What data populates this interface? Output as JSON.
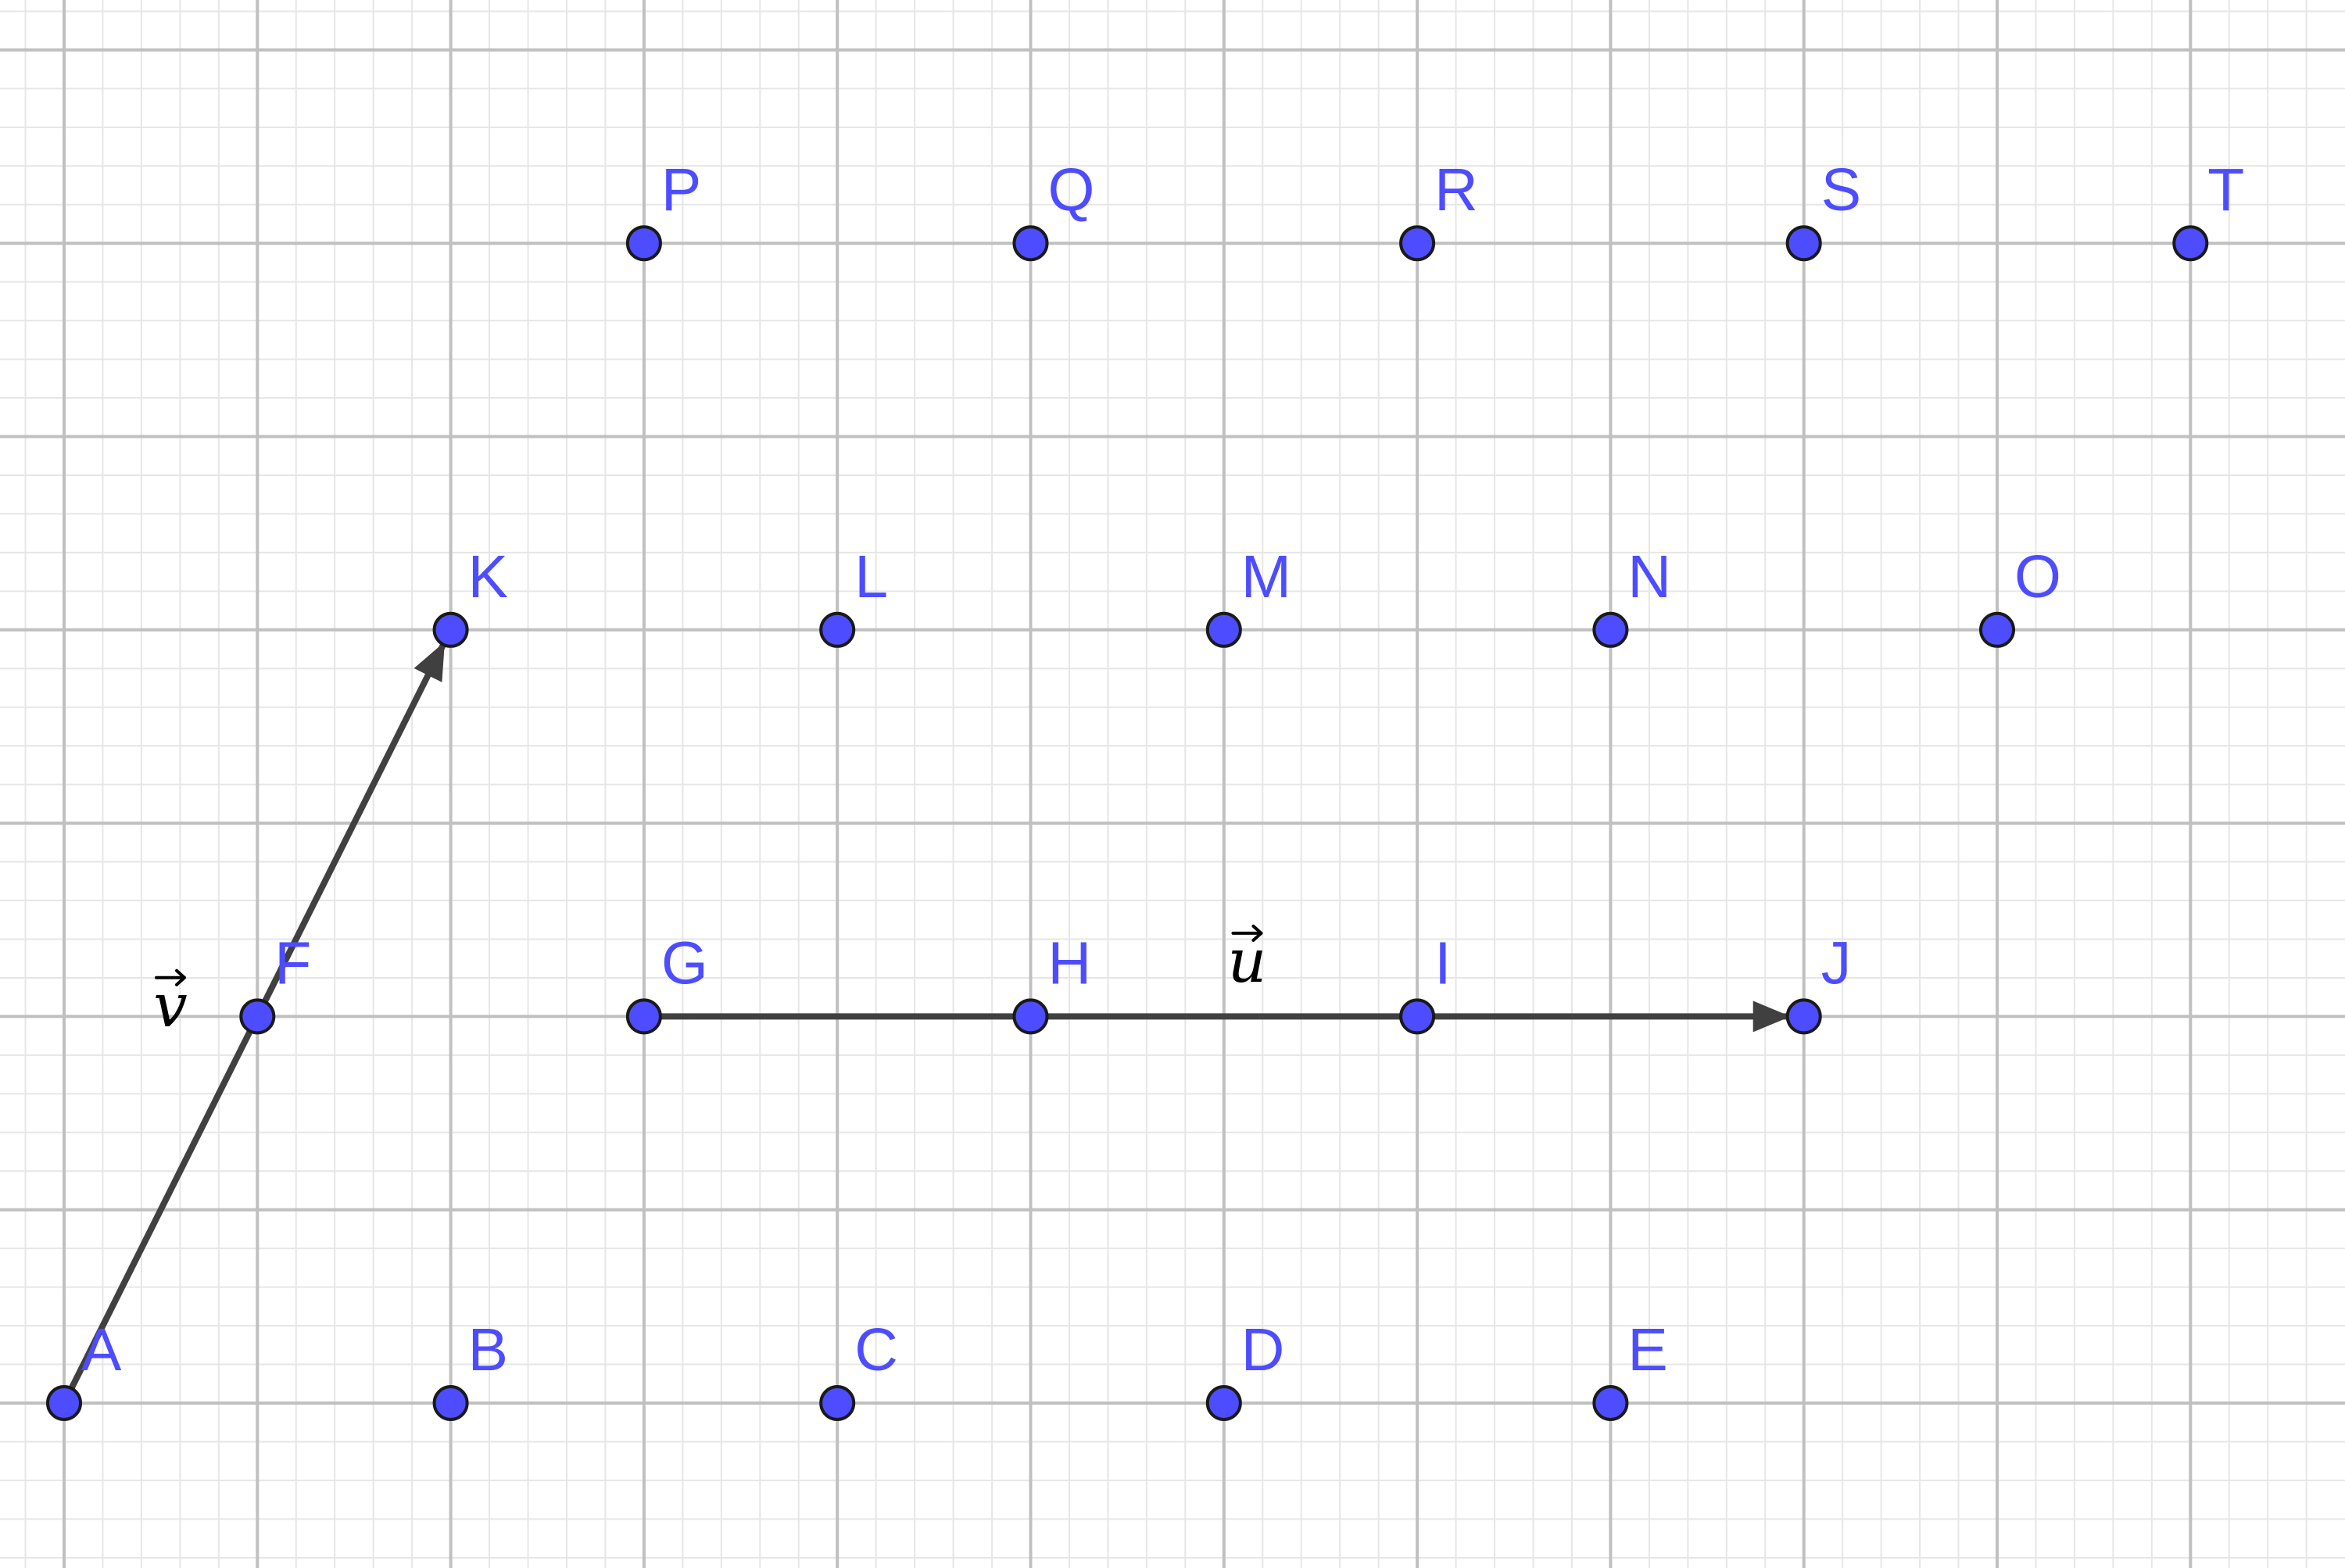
{
  "colors": {
    "background": "#ffffff",
    "minor_grid": "#e6e6e6",
    "major_grid": "#c0c0c0",
    "point_fill": "#4d4dff",
    "point_stroke": "#1a1a1a",
    "point_label": "#4d4dff",
    "vector": "#404040",
    "vector_label": "#000000"
  },
  "points": [
    {
      "label": "A",
      "x": 0,
      "y": 0
    },
    {
      "label": "B",
      "x": 2,
      "y": 0
    },
    {
      "label": "C",
      "x": 4,
      "y": 0
    },
    {
      "label": "D",
      "x": 6,
      "y": 0
    },
    {
      "label": "E",
      "x": 8,
      "y": 0
    },
    {
      "label": "F",
      "x": 1,
      "y": 2
    },
    {
      "label": "G",
      "x": 3,
      "y": 2
    },
    {
      "label": "H",
      "x": 5,
      "y": 2
    },
    {
      "label": "I",
      "x": 7,
      "y": 2
    },
    {
      "label": "J",
      "x": 9,
      "y": 2
    },
    {
      "label": "K",
      "x": 2,
      "y": 4
    },
    {
      "label": "L",
      "x": 4,
      "y": 4
    },
    {
      "label": "M",
      "x": 6,
      "y": 4
    },
    {
      "label": "N",
      "x": 8,
      "y": 4
    },
    {
      "label": "O",
      "x": 10,
      "y": 4
    },
    {
      "label": "P",
      "x": 3,
      "y": 6
    },
    {
      "label": "Q",
      "x": 5,
      "y": 6
    },
    {
      "label": "R",
      "x": 7,
      "y": 6
    },
    {
      "label": "S",
      "x": 9,
      "y": 6
    },
    {
      "label": "T",
      "x": 11,
      "y": 6
    }
  ],
  "vectors": [
    {
      "label": "u",
      "from": "G",
      "to": "J"
    },
    {
      "label": "v",
      "from": "A",
      "to": "K"
    }
  ],
  "grid": {
    "visible": true,
    "minor_subdivisions": 5
  }
}
